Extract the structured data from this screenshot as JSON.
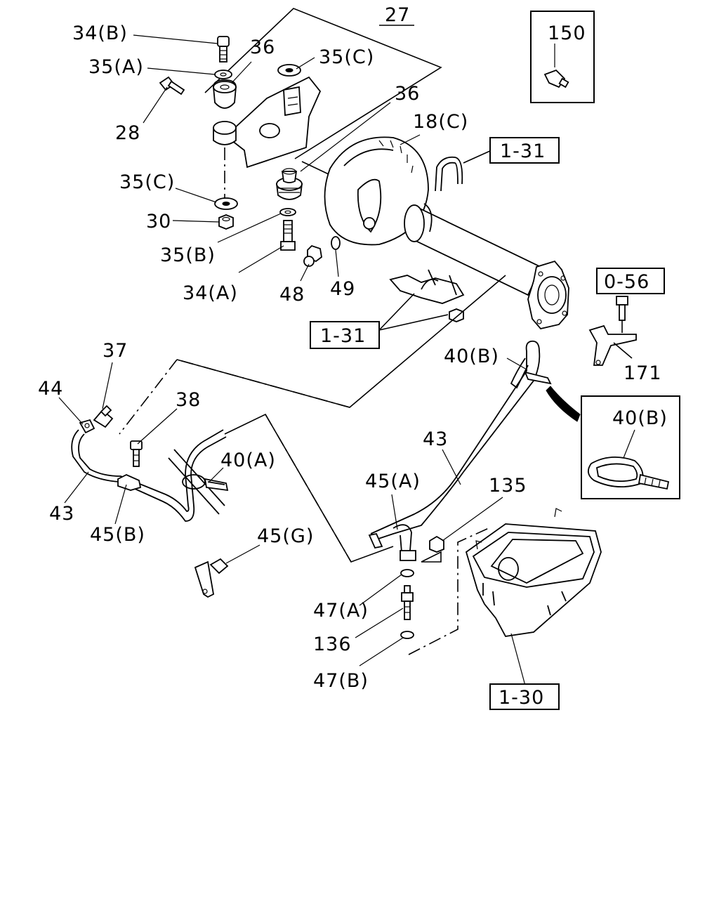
{
  "callouts": {
    "c27": "27",
    "c34b": "34(B)",
    "c36a": "36",
    "c35c_top": "35(C)",
    "c35a": "35(A)",
    "c36b": "36",
    "c28": "28",
    "c18c": "18(C)",
    "c35c_left": "35(C)",
    "c30": "30",
    "c35b": "35(B)",
    "c34a": "34(A)",
    "c48": "48",
    "c49": "49",
    "c37": "37",
    "c44": "44",
    "c38": "38",
    "c40a": "40(A)",
    "c43_left": "43",
    "c45b": "45(B)",
    "c45g": "45(G)",
    "c40b": "40(B)",
    "c43_right": "43",
    "c45a": "45(A)",
    "c135": "135",
    "c47a": "47(A)",
    "c136": "136",
    "c47b": "47(B)",
    "c171": "171"
  },
  "reference_boxes": {
    "ref_150": "150",
    "ref_1_31_top": "1-31",
    "ref_0_56": "0-56",
    "ref_1_31_mid": "1-31",
    "ref_40b_detail": "40(B)",
    "ref_1_30": "1-30"
  }
}
